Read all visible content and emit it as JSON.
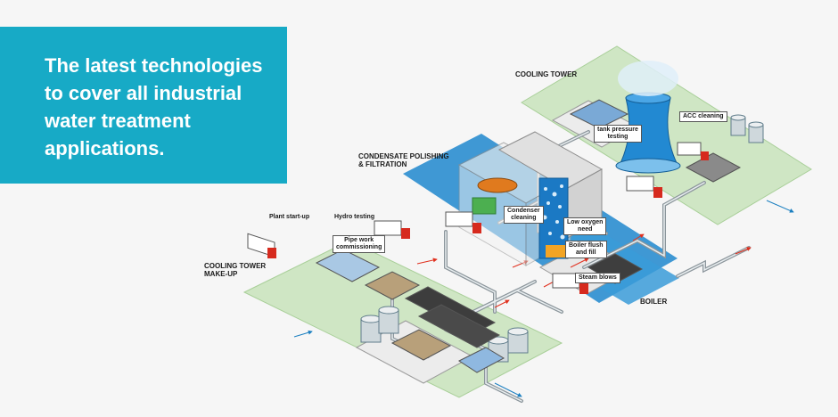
{
  "hero": {
    "title_lines": [
      "The latest technologies",
      "to cover all industrial",
      "water treatment",
      "applications."
    ],
    "background": "#17aac6"
  },
  "labels": {
    "cooling_tower": "COOLING TOWER",
    "condensate_line1": "CONDENSATE POLISHING",
    "condensate_line2": "& FILTRATION",
    "makeup_line1": "COOLING TOWER",
    "makeup_line2": "MAKE-UP",
    "boiler": "BOILER",
    "plant_startup": "Plant start-up",
    "hydro_testing": "Hydro testing",
    "pipe_work_line1": "Pipe work",
    "pipe_work_line2": "commissioning",
    "tank_pressure_line1": "tank pressure",
    "tank_pressure_line2": "testing",
    "acc_cleaning": "ACC cleaning",
    "condenser_line1": "Condenser",
    "condenser_line2": "cleaning",
    "low_oxygen_line1": "Low oxygen",
    "low_oxygen_line2": "need",
    "boiler_flush_line1": "Boiler flush",
    "boiler_flush_line2": "and fill",
    "steam_blows": "Steam blows"
  },
  "colors": {
    "ground_green": "#cfe6c4",
    "ground_edge": "#9fc98f",
    "water_blue": "#2e8fd0",
    "pad": "#eeeeee",
    "pipe": "#9aa3a8",
    "truck_red": "#d62a1e",
    "arrow_red": "#e0301e"
  }
}
